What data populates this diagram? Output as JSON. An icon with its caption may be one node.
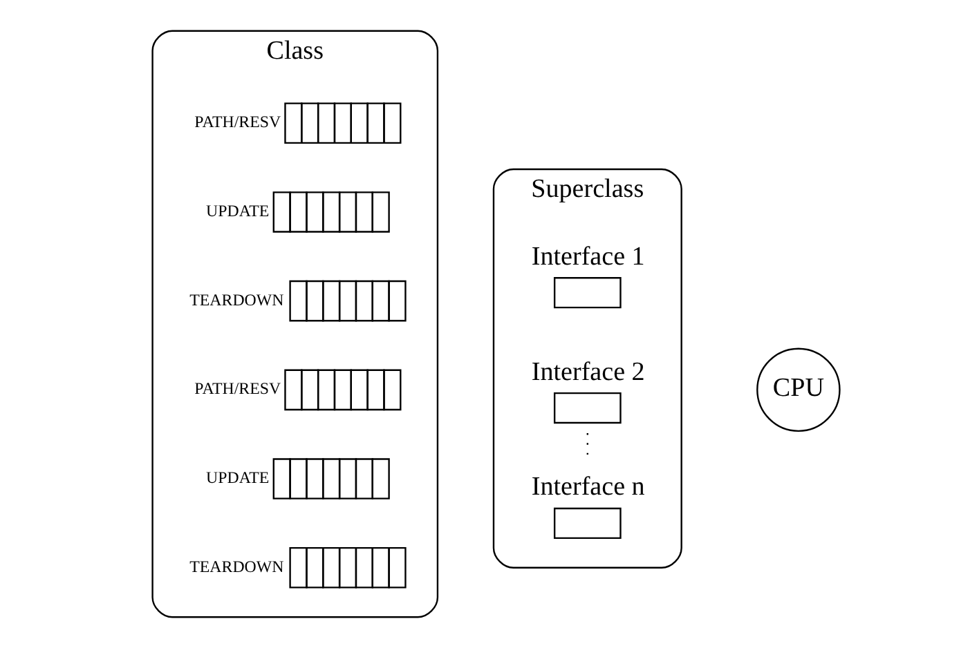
{
  "diagram": {
    "nodes": [
      {
        "text": [
          "Class"
        ]
      },
      {
        "text": [],
        "shape": "bar",
        "beside": [
          "PATH/RESV"
        ],
        "in": 0
      },
      {
        "text": [],
        "shape": "bar",
        "beside": [
          "UPDATE"
        ],
        "in": 0
      },
      {
        "text": [],
        "shape": "bar",
        "beside": [
          "TEARDOWN"
        ],
        "in": 0
      },
      {
        "text": [],
        "shape": "bar",
        "beside": [
          "PATH/RESV"
        ],
        "in": 0
      },
      {
        "text": [],
        "shape": "bar",
        "beside": [
          "UPDATE"
        ],
        "in": 0
      },
      {
        "text": [],
        "shape": "bar",
        "beside": [
          "TEARDOWN"
        ],
        "in": 0
      },
      {
        "text": [
          "Superclass"
        ]
      },
      {
        "text": [
          "Interface 1"
        ],
        "in": 7
      },
      {
        "text": [
          "Interface 2"
        ],
        "in": 7
      },
      {
        "text": [
          "Interface n"
        ],
        "in": 7
      },
      {
        "text": [
          "CPU"
        ]
      }
    ],
    "edges": [
      {
        "from": 9,
        "to": 10,
        "arrow": "none",
        "style": "dashed"
      }
    ]
  }
}
